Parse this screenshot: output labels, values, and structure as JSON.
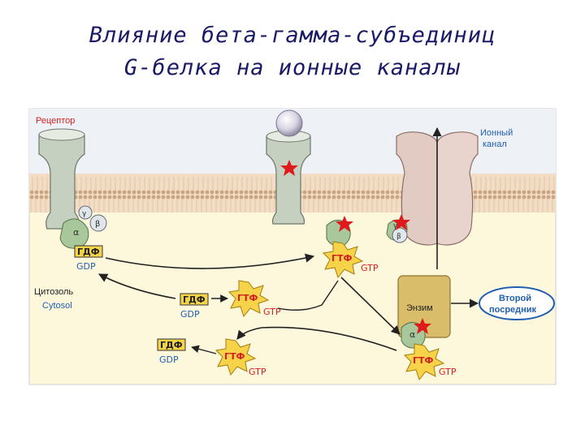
{
  "title": {
    "line1": "Влияние бета-гамма-субъединиц",
    "line2": "G-белка  на ионные каналы"
  },
  "labels": {
    "receptor": "Рецептор",
    "ion_channel_line1": "Ионный",
    "ion_channel_line2": "канал",
    "cytosol_ru": "Цитозоль",
    "cytosol_en": "Cytosol",
    "enzyme": "Энзим",
    "second_messenger_line1": "Второй",
    "second_messenger_line2": "посредник",
    "alpha": "α",
    "beta": "β",
    "gamma": "γ"
  },
  "nucleotides": {
    "gdp_ru": "ГДФ",
    "gdp_en": "GDP",
    "gtp_ru": "ГТФ",
    "gtp_en": "GTP"
  },
  "colors": {
    "title": "#1a1a66",
    "membrane": "#f2dcc4",
    "cytosol_bg": "#fdf7dc",
    "extracellular_bg": "#eef2f6",
    "receptor_label": "#d42020",
    "cytosol_label": "#1f5fb0",
    "nucleotide_ru": "#d42020",
    "nucleotide_en": "#1f5fb0",
    "star": "#e01a1a",
    "gtp_burst": "#f7d34a",
    "alpha_subunit": "#a8c79a",
    "enzyme": "#d9bd6a",
    "second_messenger_box": "#1f5fb0"
  }
}
